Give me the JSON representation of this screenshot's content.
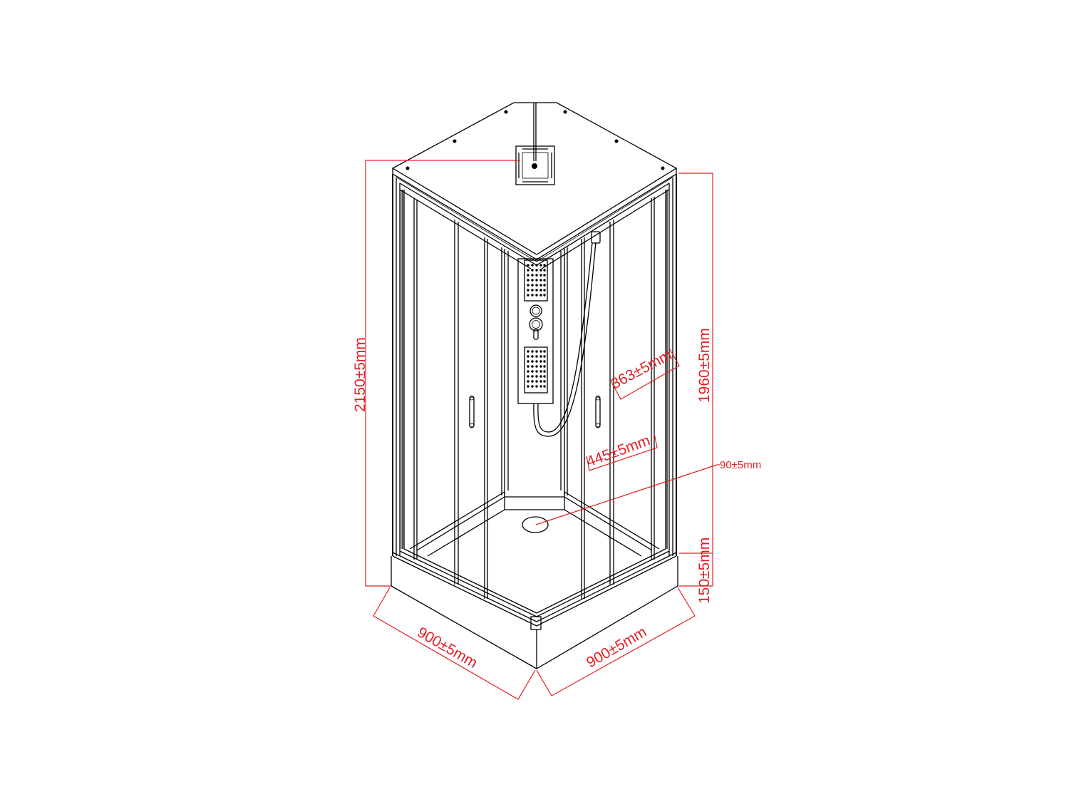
{
  "diagram": {
    "subject": "Square corner shower enclosure",
    "line_color": "#000000",
    "dimension_color": "#e31e24",
    "background": "#ffffff"
  },
  "dimensions": {
    "total_height": "2150±5mm",
    "glass_height": "1960±5mm",
    "tray_height": "150±5mm",
    "width_left": "900±5mm",
    "width_right": "900±5mm",
    "door_opening_upper": "363±5mm",
    "door_opening_lower": "445±5mm",
    "drain_diameter": "90±5mm"
  },
  "components": {
    "roof": "top-panel-with-overhead-shower",
    "column": "shower-column-with-jets-and-mixer",
    "doors": "two-sliding-doors-with-handles",
    "tray": "square-shower-tray-with-drain"
  }
}
